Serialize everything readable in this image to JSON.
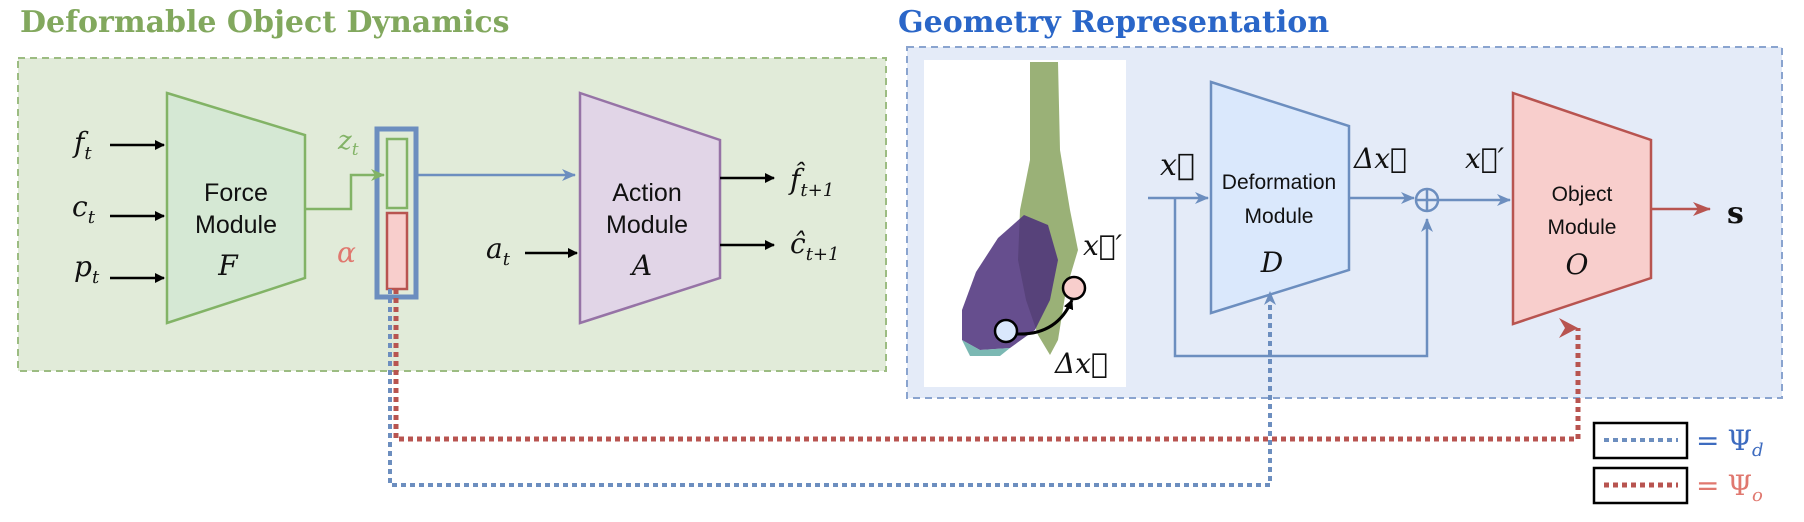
{
  "sections": {
    "dynamics_title": "Deformable Object Dynamics",
    "geometry_title": "Geometry Representation"
  },
  "force_module": {
    "line1": "Force",
    "line2": "Module",
    "symbol": "F"
  },
  "action_module": {
    "line1": "Action",
    "line2": "Module",
    "symbol": "A"
  },
  "deformation_module": {
    "line1": "Deformation",
    "line2": "Module",
    "symbol": "D"
  },
  "object_module": {
    "line1": "Object",
    "line2": "Module",
    "symbol": "O"
  },
  "inputs": {
    "f": "f",
    "f_sub": "t",
    "c": "c",
    "c_sub": "t",
    "p": "p",
    "p_sub": "t",
    "a": "a",
    "a_sub": "t"
  },
  "latent": {
    "z": "z",
    "z_sub": "t",
    "alpha": "α"
  },
  "outputs": {
    "f_hat": "f̂",
    "f_hat_sub": "t+1",
    "c_hat": "ĉ",
    "c_hat_sub": "t+1",
    "s": "s"
  },
  "geometry": {
    "x": "x⃗",
    "x_prime": "x⃗′",
    "delta_x": "Δx⃗",
    "plus": "⊕",
    "inset_x_prime": "x⃗′",
    "inset_delta_x": "Δx⃗"
  },
  "legend": {
    "eq_d": "=",
    "psi_d": "Ψ",
    "psi_d_sub": "d",
    "eq_o": "=",
    "psi_o": "Ψ",
    "psi_o_sub": "o"
  },
  "colors": {
    "green": "#82b366",
    "green_fill": "#d5e8d4",
    "blue": "#6c8ebf",
    "blue_fill": "#dae8fc",
    "purple": "#9673a6",
    "purple_fill": "#e1d5e7",
    "red": "#b85450",
    "red_fill": "#f8cecc",
    "title_green": "#82a85e",
    "title_blue": "#2a66c8"
  }
}
